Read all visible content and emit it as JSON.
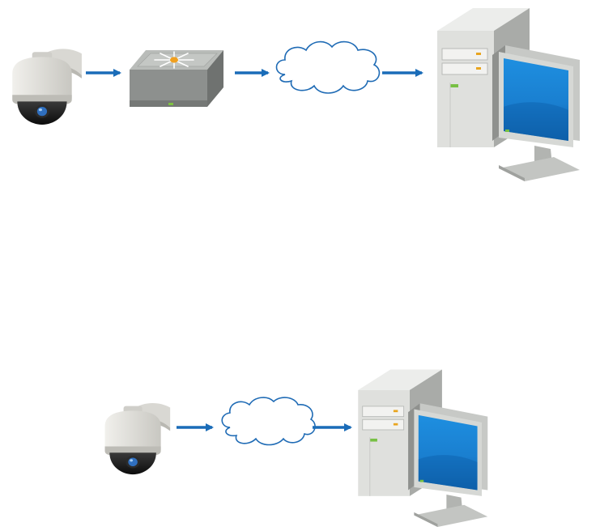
{
  "diagram": {
    "colors": {
      "arrow": "#1a6cb8",
      "camera_body": "#e4e3df",
      "camera_shade": "#c9c8c3",
      "camera_dome": "#1c1c1c",
      "camera_lens": "#2f6fbf",
      "switch_top": "#b7bab7",
      "switch_side": "#8e918f",
      "switch_front": "#7a7d7b",
      "switch_led": "#f0a020",
      "switch_status": "#7fc241",
      "cloud_stroke": "#1f6bb5",
      "pc_case_front": "#dfe0dd",
      "pc_case_side": "#a9aba8",
      "pc_case_top": "#ecedeb",
      "monitor_frame": "#c7c9c6",
      "monitor_side": "#8f918e",
      "screen": "#1b84d6",
      "screen_dark": "#0e5fa8",
      "drive_led": "#e9a51f",
      "power_led": "#77c043"
    },
    "icons": [
      "ptz-camera-icon",
      "network-switch-icon",
      "cloud-network-icon",
      "desktop-computer-icon"
    ],
    "scenarios": [
      {
        "devices": [
          "ptz-camera",
          "network-switch",
          "internet-cloud",
          "desktop-pc"
        ]
      },
      {
        "devices": [
          "ptz-camera",
          "internet-cloud",
          "desktop-pc"
        ]
      }
    ]
  }
}
